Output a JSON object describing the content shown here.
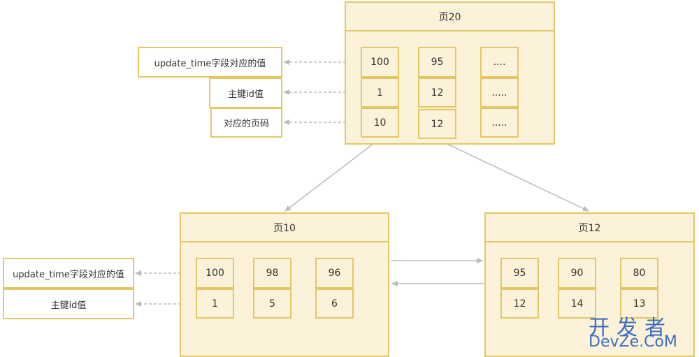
{
  "top_page": {
    "title": "页20",
    "columns": [
      [
        "100",
        "1",
        "10"
      ],
      [
        "95",
        "12",
        "12"
      ],
      [
        "....",
        ".....",
        "....."
      ]
    ]
  },
  "left_page": {
    "title": "页10",
    "columns": [
      [
        "100",
        "1"
      ],
      [
        "98",
        "5"
      ],
      [
        "96",
        "6"
      ]
    ]
  },
  "right_page": {
    "title": "页12",
    "columns": [
      [
        "95",
        "12"
      ],
      [
        "90",
        "14"
      ],
      [
        "80",
        "13"
      ]
    ]
  },
  "labels": {
    "update_time_value": "update_time字段对应的值",
    "primary_key_value": "主键id值",
    "page_number": "对应的页码"
  },
  "watermark": {
    "line1": "开发者",
    "line2": "DevZe.CoM"
  },
  "colors": {
    "box_fill": "#fbf2d9",
    "box_border": "#e3c766",
    "arrow": "#bbbbbb"
  }
}
